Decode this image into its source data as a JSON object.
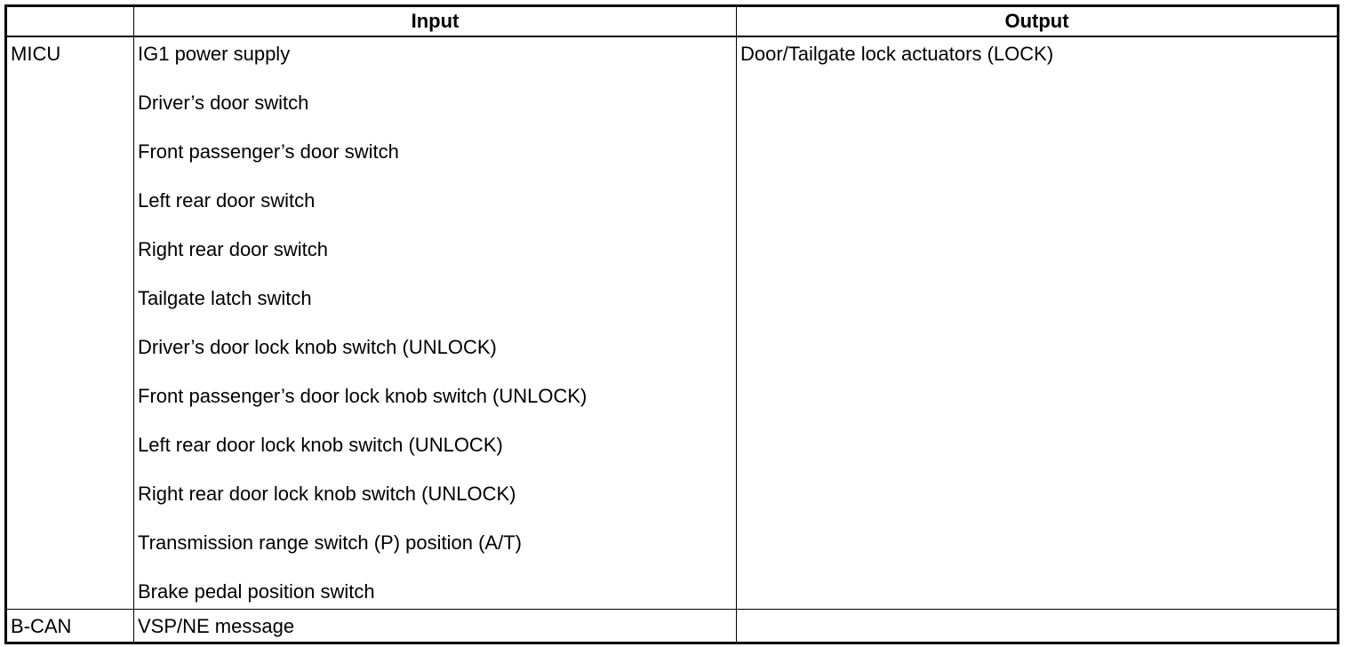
{
  "header": {
    "blank": "",
    "input": "Input",
    "output": "Output"
  },
  "rows": [
    {
      "unit": "MICU",
      "inputs": [
        "IG1 power supply",
        "Driver’s door switch",
        "Front passenger’s door switch",
        "Left rear door switch",
        "Right rear door switch",
        "Tailgate latch switch",
        "Driver’s door lock knob switch (UNLOCK)",
        "Front passenger’s door lock knob switch (UNLOCK)",
        "Left rear door lock knob switch (UNLOCK)",
        "Right rear door lock knob switch (UNLOCK)",
        "Transmission range switch (P) position (A/T)",
        "Brake pedal position switch"
      ],
      "output": "Door/Tailgate lock actuators (LOCK)"
    },
    {
      "unit": "B-CAN",
      "inputs": [
        "VSP/NE message"
      ],
      "output": ""
    }
  ]
}
